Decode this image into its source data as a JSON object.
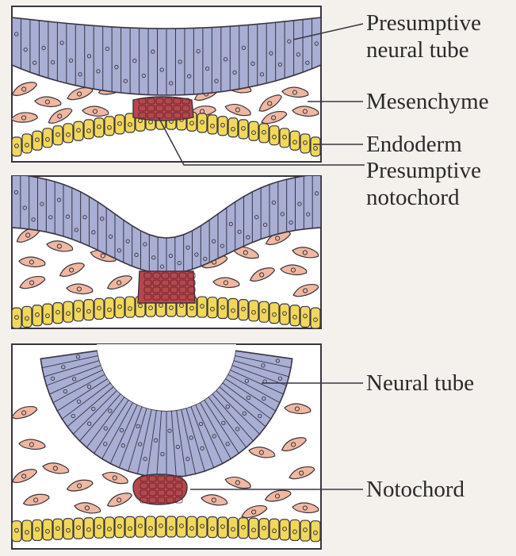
{
  "labels": {
    "presumptive_neural_tube": "Presumptive\nneural tube",
    "mesenchyme": "Mesenchyme",
    "endoderm": "Endoderm",
    "presumptive_notochord": "Presumptive\nnotochord",
    "neural_tube": "Neural tube",
    "notochord": "Notochord"
  },
  "colors": {
    "neural": "#a8aed4",
    "notochord": "#b5474d",
    "endoderm": "#f0d85a",
    "mesenchyme": "#f0b8a0",
    "outline": "#3a3440",
    "background": "#ffffff"
  },
  "panels": [
    {
      "stage": "presumptive"
    },
    {
      "stage": "bending"
    },
    {
      "stage": "closed"
    }
  ]
}
